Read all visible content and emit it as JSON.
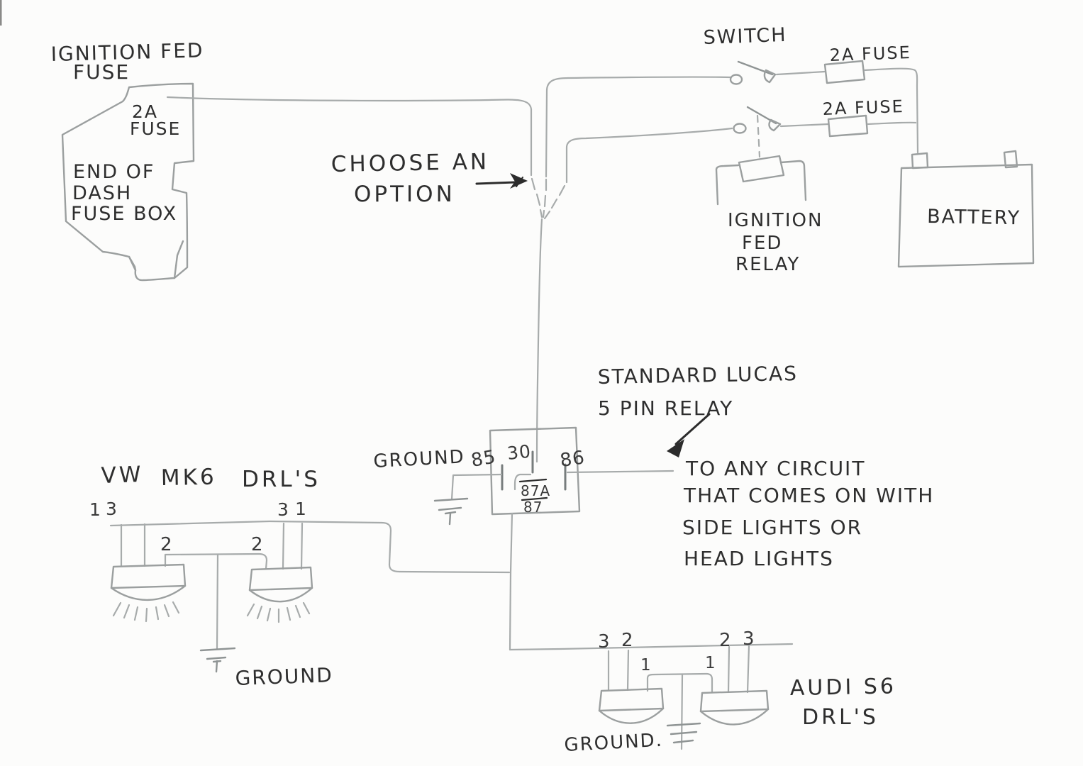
{
  "document": {
    "kind": "hand-drawn wiring diagram (scanned pencil sketch)",
    "colors": {
      "paper": "#fcfcfb",
      "pencil": "#a7abab",
      "ink": "#2c2c2c"
    }
  },
  "fuse_box": {
    "title_line1": "IGNITION FED",
    "title_line2": "FUSE",
    "fuse_line1": "2A",
    "fuse_line2": "FUSE",
    "body_line1": "END OF",
    "body_line2": "DASH",
    "body_line3": "FUSE BOX"
  },
  "top_right": {
    "switch_label": "SWITCH",
    "fuse1_label": "2A FUSE",
    "fuse2_label": "2A FUSE",
    "relay_line1": "IGNITION",
    "relay_line2": "FED",
    "relay_line3": "RELAY",
    "battery_label": "BATTERY"
  },
  "choose": {
    "line1": "CHOOSE AN",
    "line2": "OPTION"
  },
  "lucas": {
    "line1": "STANDARD LUCAS",
    "line2": "5 PIN RELAY"
  },
  "relay": {
    "ground_label": "GROUND",
    "pin_85": "85",
    "pin_30": "30",
    "pin_86": "86",
    "pin_87a": "87A",
    "pin_87": "87"
  },
  "circuit_note": {
    "line1": "TO ANY CIRCUIT",
    "line2": "THAT COMES ON WITH",
    "line3": "SIDE LIGHTS OR",
    "line4": "HEAD LIGHTS"
  },
  "vw": {
    "make": "VW",
    "model": "MK6",
    "type": "DRL'S",
    "ground_label": "GROUND",
    "left_pin_1": "1",
    "left_pin_3": "3",
    "left_pin_2": "2",
    "right_pin_2": "2",
    "right_pin_3": "3",
    "right_pin_1": "1"
  },
  "audi": {
    "title_line1": "AUDI S6",
    "title_line2": "DRL'S",
    "ground_label": "GROUND.",
    "left_pin_3": "3",
    "left_pin_2": "2",
    "left_pin_1": "1",
    "right_pin_1": "1",
    "right_pin_2": "2",
    "right_pin_3": "3"
  }
}
